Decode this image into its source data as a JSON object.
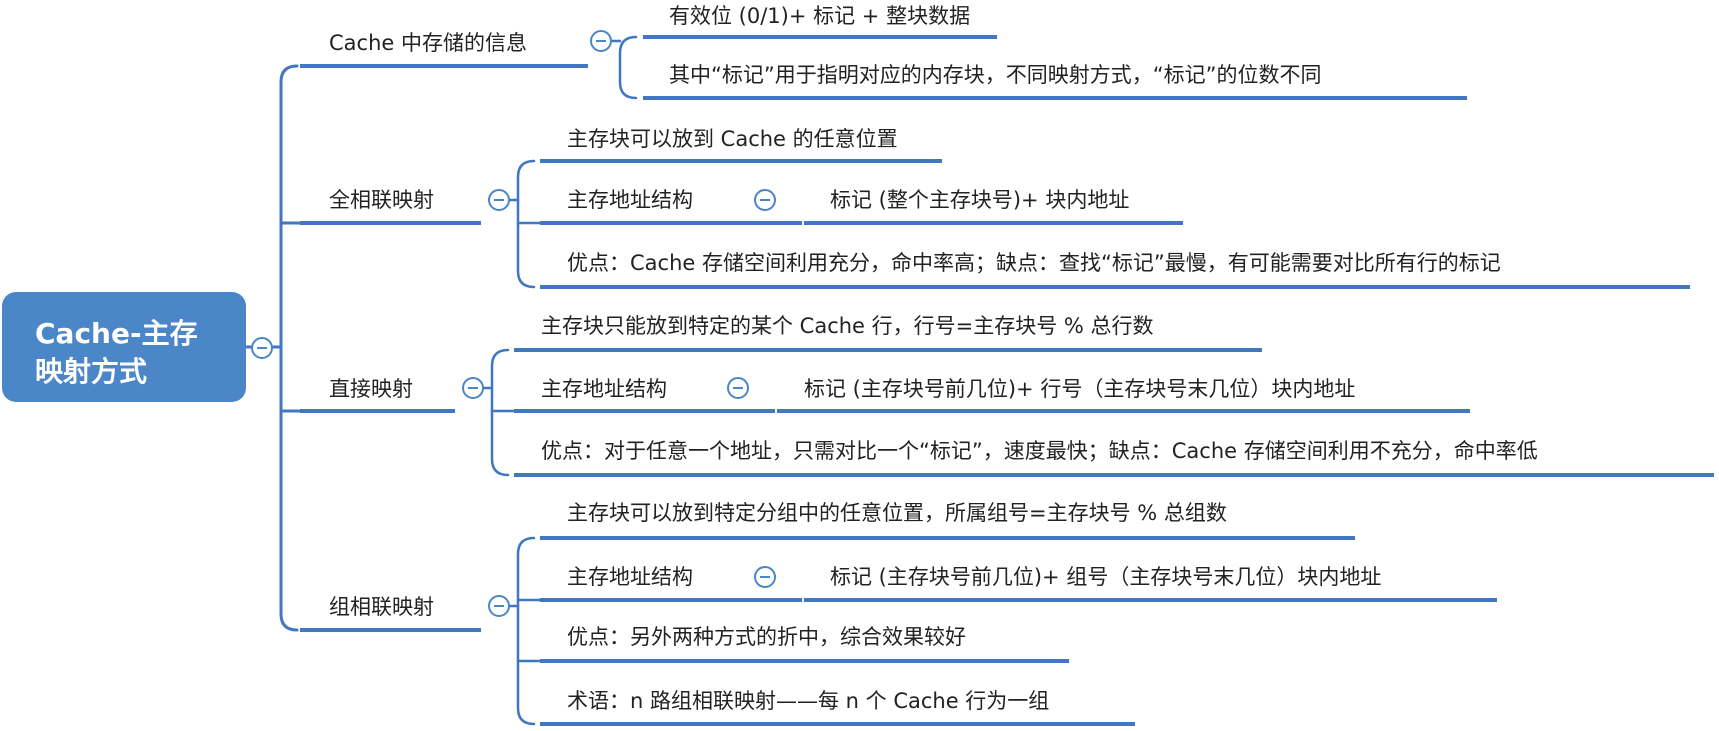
{
  "root": {
    "line1": "Cache-主存",
    "line2": "映射方式"
  },
  "branches": [
    {
      "label": "Cache 中存储的信息",
      "children": [
        "有效位 (0/1)+ 标记 + 整块数据",
        "其中“标记”用于指明对应的内存块，不同映射方式，“标记”的位数不同"
      ]
    },
    {
      "label": "全相联映射",
      "children": [
        "主存块可以放到 Cache 的任意位置",
        "主存地址结构",
        "优点：Cache 存储空间利用充分，命中率高；缺点：查找“标记”最慢，有可能需要对比所有行的标记"
      ],
      "sub": "标记 (整个主存块号)+ 块内地址"
    },
    {
      "label": "直接映射",
      "children": [
        "主存块只能放到特定的某个 Cache 行，行号=主存块号 % 总行数",
        "主存地址结构",
        "优点：对于任意一个地址，只需对比一个“标记”，速度最快；缺点：Cache 存储空间利用不充分，命中率低"
      ],
      "sub": "标记 (主存块号前几位)+ 行号（主存块号末几位）块内地址"
    },
    {
      "label": "组相联映射",
      "children": [
        "主存块可以放到特定分组中的任意位置，所属组号=主存块号 % 总组数",
        "主存地址结构",
        "优点：另外两种方式的折中，综合效果较好",
        "术语：n 路组相联映射——每 n 个 Cache 行为一组"
      ],
      "sub": "标记 (主存块号前几位)+ 组号（主存块号末几位）块内地址"
    }
  ],
  "colors": {
    "accent": "#4a86c8",
    "line": "#3f77c1",
    "text": "#222222"
  },
  "icons": {
    "toggle": "collapse-minus-icon"
  }
}
